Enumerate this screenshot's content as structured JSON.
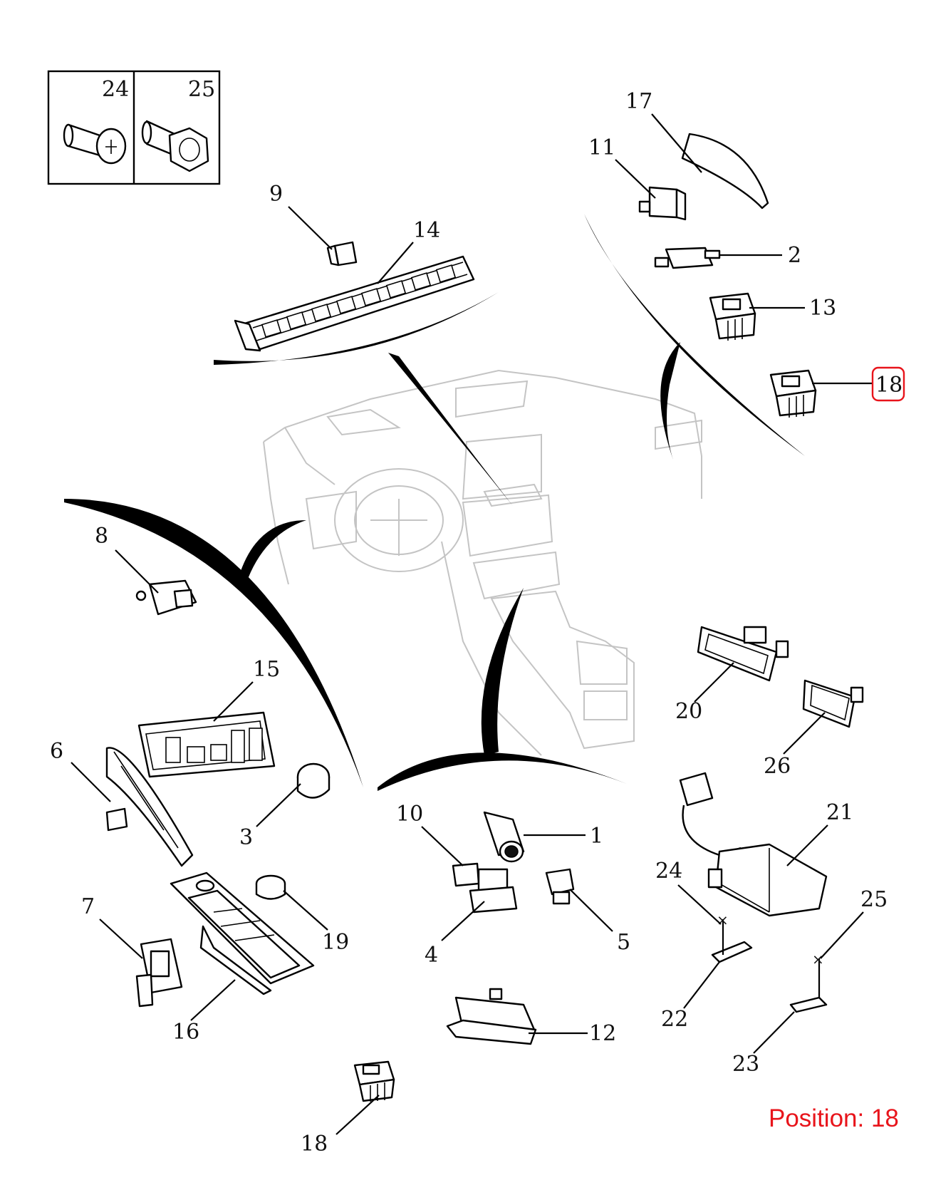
{
  "diagram": {
    "callouts": [
      "24",
      "25",
      "17",
      "11",
      "9",
      "14",
      "2",
      "13",
      "18",
      "8",
      "15",
      "6",
      "3",
      "10",
      "1",
      "5",
      "4",
      "19",
      "7",
      "16",
      "12",
      "20",
      "26",
      "21",
      "24",
      "25",
      "22",
      "23",
      "18"
    ],
    "highlighted_callout": "18",
    "position_label": "Position: 18",
    "colors": {
      "highlight": "#e8141b",
      "line": "#000000",
      "ghost": "#c4c4c4"
    }
  }
}
